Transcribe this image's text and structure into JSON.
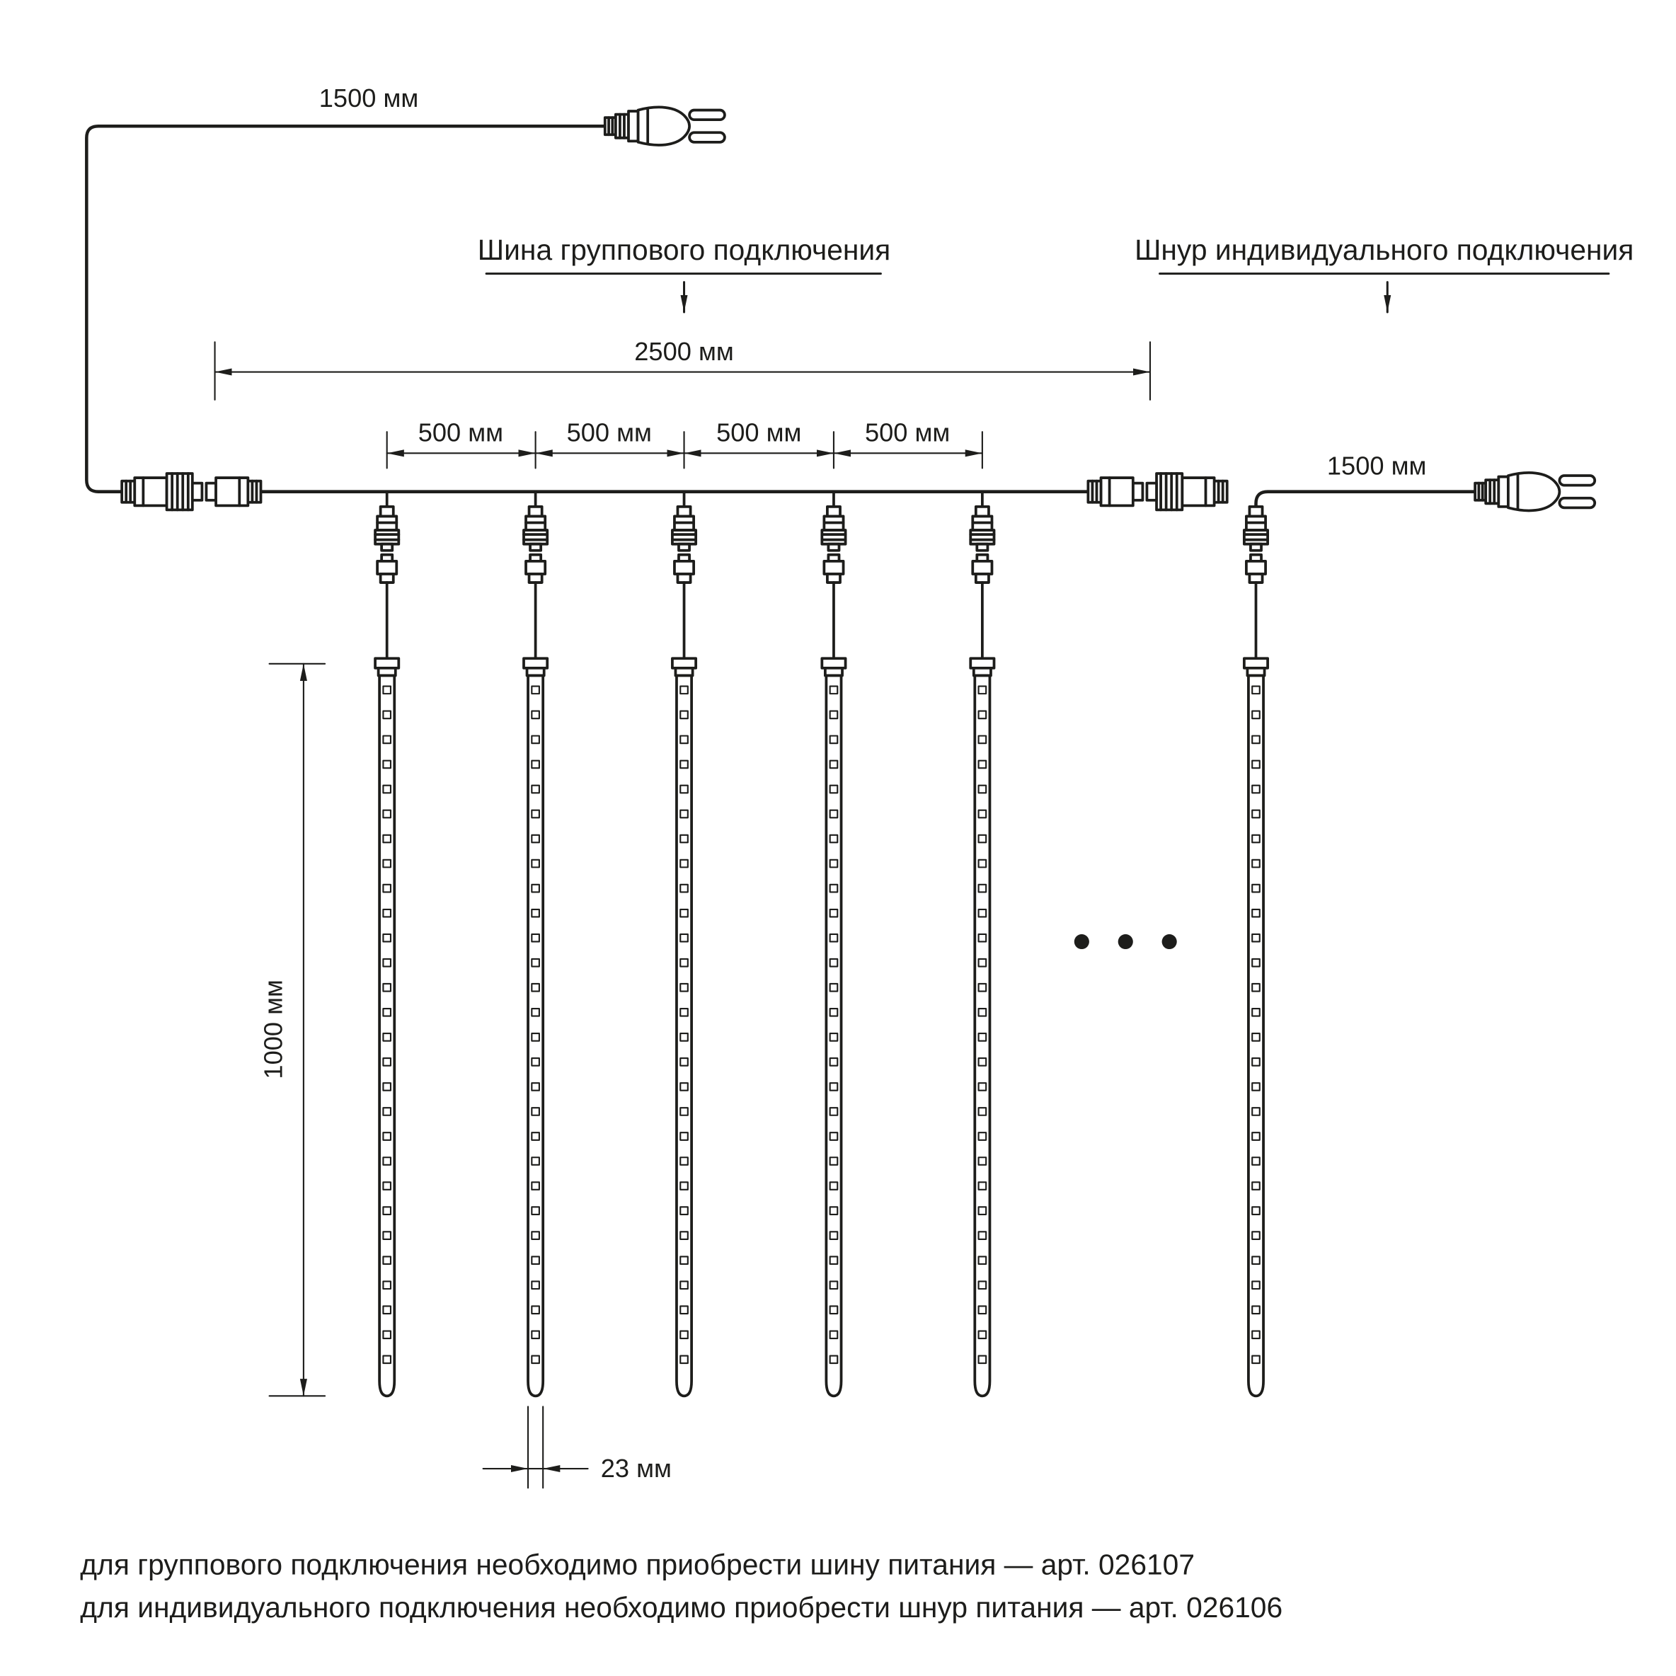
{
  "labels": {
    "group_bus": "Шина группового подключения",
    "individual_cord": "Шнур индивидуального подключения"
  },
  "dims": {
    "feed_top": "1500 мм",
    "feed_right": "1500 мм",
    "total": "2500 мм",
    "segments": [
      "500 мм",
      "500 мм",
      "500 мм",
      "500 мм"
    ],
    "height": "1000 мм",
    "tube_width": "23 мм"
  },
  "notes": [
    "для группового подключения необходимо приобрести шину питания — арт. 026107",
    "для индивидуального подключения необходимо приобрести шнур питания — арт. 026106"
  ],
  "figure": {
    "bus_drop_count": 5,
    "individual_drop_count": 1,
    "led_per_tube": 28
  },
  "colors": {
    "ink": "#1d1d1b",
    "background": "#ffffff"
  }
}
